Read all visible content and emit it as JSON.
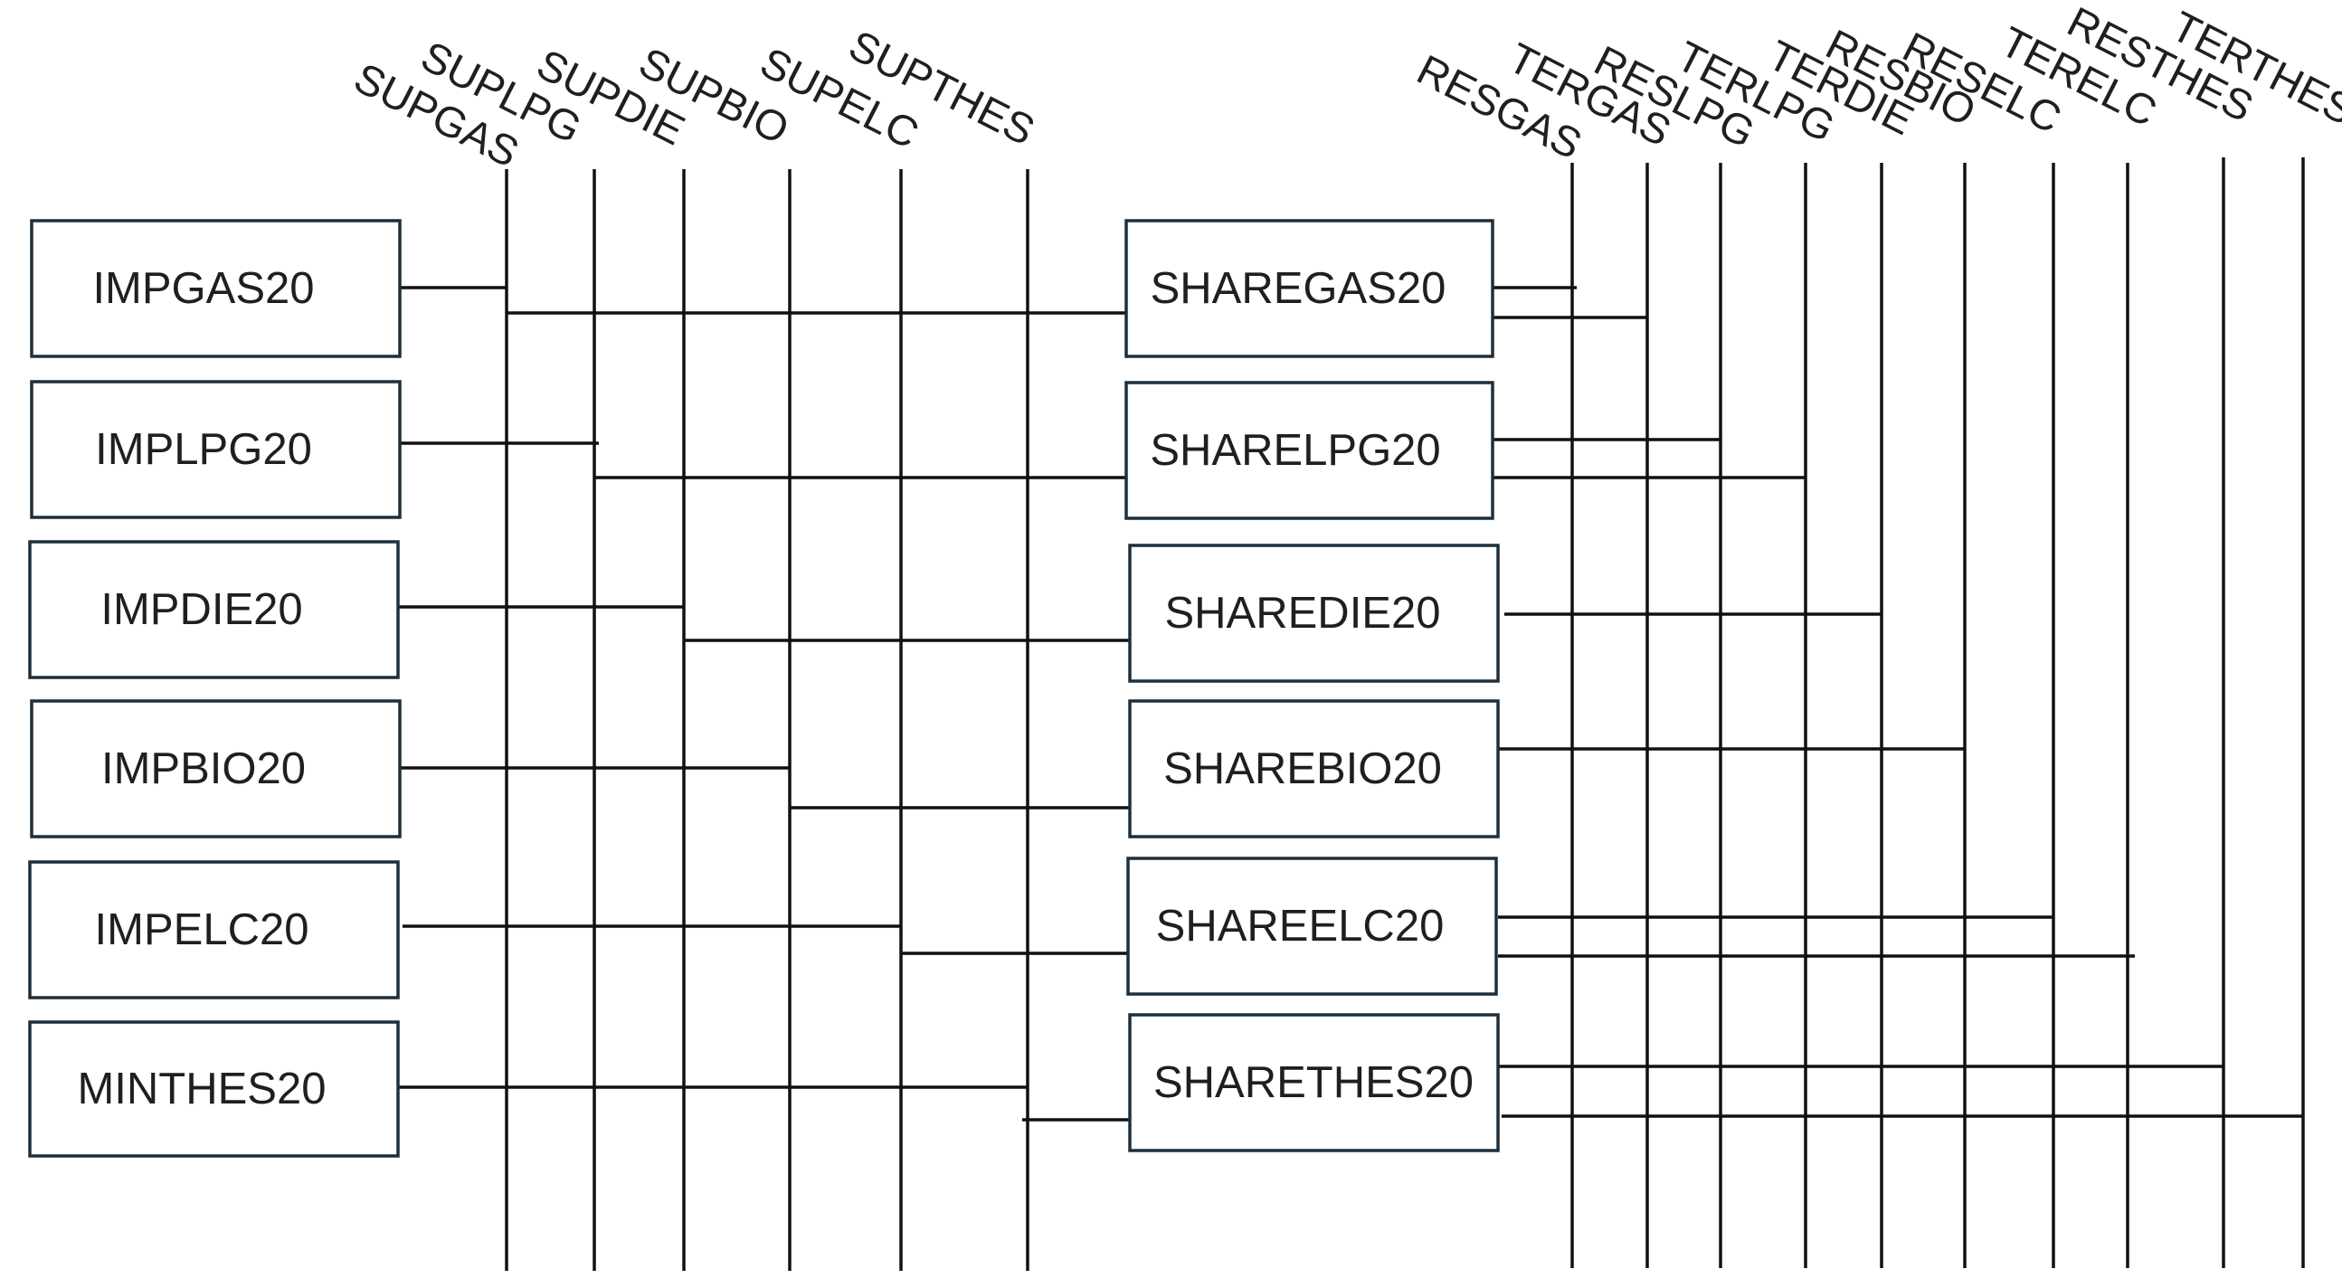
{
  "left_boxes": [
    {
      "id": "impgas",
      "label": "IMPGAS20"
    },
    {
      "id": "implpg",
      "label": "IMPLPG20"
    },
    {
      "id": "impdie",
      "label": "IMPDIE20"
    },
    {
      "id": "impbio",
      "label": "IMPBIO20"
    },
    {
      "id": "impelc",
      "label": "IMPELC20"
    },
    {
      "id": "minthes",
      "label": "MINTHES20"
    }
  ],
  "right_boxes": [
    {
      "id": "sharegas",
      "label": "SHAREGAS20"
    },
    {
      "id": "sharelpg",
      "label": "SHARELPG20"
    },
    {
      "id": "sharedie",
      "label": "SHAREDIE20"
    },
    {
      "id": "sharebio",
      "label": "SHAREBIO20"
    },
    {
      "id": "shareelc",
      "label": "SHAREELC20"
    },
    {
      "id": "sharethes",
      "label": "SHARETHES20"
    }
  ],
  "supply_columns": [
    {
      "id": "supgas",
      "label": "SUPGAS"
    },
    {
      "id": "suplpg",
      "label": "SUPLPG"
    },
    {
      "id": "supdie",
      "label": "SUPDIE"
    },
    {
      "id": "supbio",
      "label": "SUPBIO"
    },
    {
      "id": "supelc",
      "label": "SUPELC"
    },
    {
      "id": "supthes",
      "label": "SUPTHES"
    }
  ],
  "demand_columns": [
    {
      "id": "resgas",
      "label": "RESGAS"
    },
    {
      "id": "tergas",
      "label": "TERGAS"
    },
    {
      "id": "reslpg",
      "label": "RESLPG"
    },
    {
      "id": "terlpg",
      "label": "TERLPG"
    },
    {
      "id": "terdie",
      "label": "TERDIE"
    },
    {
      "id": "resbio",
      "label": "RESBIO"
    },
    {
      "id": "reselc",
      "label": "RESELC"
    },
    {
      "id": "terelc",
      "label": "TERELC"
    },
    {
      "id": "resthes",
      "label": "RESTHES"
    },
    {
      "id": "terthes",
      "label": "TERTHES"
    }
  ]
}
